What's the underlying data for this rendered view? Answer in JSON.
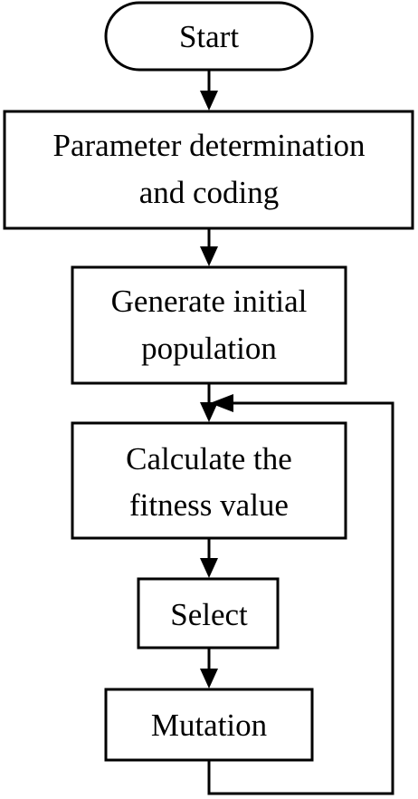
{
  "flowchart": {
    "start": "Start",
    "param_line1": "Parameter determination",
    "param_line2": "and coding",
    "generate_line1": "Generate initial",
    "generate_line2": "population",
    "fitness_line1": "Calculate the",
    "fitness_line2": "fitness value",
    "select": "Select",
    "mutation": "Mutation"
  }
}
